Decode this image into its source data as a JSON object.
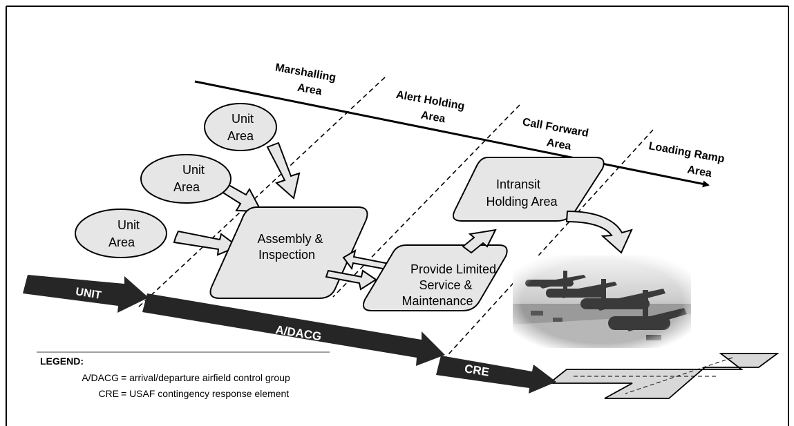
{
  "zones": [
    {
      "line1": "Marshalling",
      "line2": "Area"
    },
    {
      "line1": "Alert Holding",
      "line2": "Area"
    },
    {
      "line1": "Call Forward",
      "line2": "Area"
    },
    {
      "line1": "Loading Ramp",
      "line2": "Area"
    }
  ],
  "unit_areas": [
    {
      "line1": "Unit",
      "line2": "Area"
    },
    {
      "line1": "Unit",
      "line2": "Area"
    },
    {
      "line1": "Unit",
      "line2": "Area"
    }
  ],
  "boxes": {
    "assembly": {
      "line1": "Assembly &",
      "line2": "Inspection"
    },
    "service": {
      "line1": "Provide Limited",
      "line2": "Service &",
      "line3": "Maintenance"
    },
    "intransit": {
      "line1": "Intransit",
      "line2": "Holding Area"
    }
  },
  "bands": {
    "unit": "UNIT",
    "adacg": "A/DACG",
    "cre": "CRE"
  },
  "legend": {
    "title": "LEGEND:",
    "entries": [
      {
        "abbr": "A/DACG",
        "def": "= arrival/departure airfield control group"
      },
      {
        "abbr": "CRE",
        "def": "= USAF contingency response element"
      }
    ]
  }
}
